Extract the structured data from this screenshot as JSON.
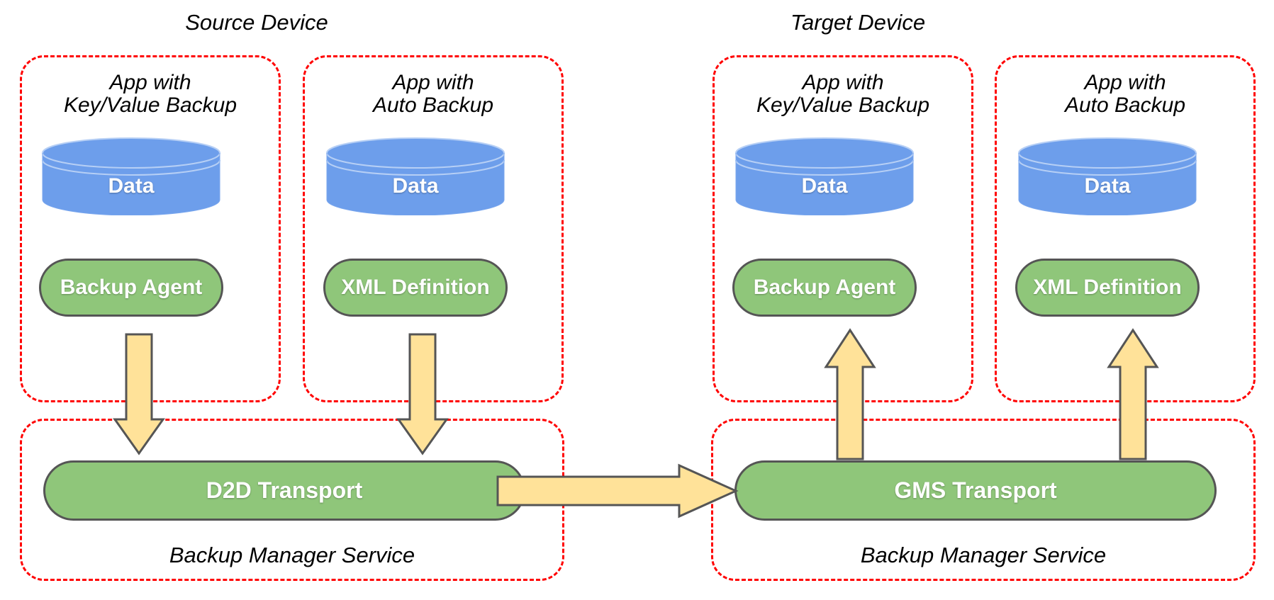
{
  "diagram": {
    "title_left": "Source Device",
    "title_right": "Target Device",
    "colors": {
      "container_border": "#ff0000",
      "cylinder_fill": "#6d9eeb",
      "pill_fill": "#8fc67a",
      "pill_border": "#555555",
      "arrow_fill": "#ffe299",
      "arrow_border": "#555555",
      "text_light": "#ffffff",
      "text_dark": "#000000",
      "background": "#ffffff"
    }
  },
  "source_device": {
    "label": "Source Device",
    "apps": [
      {
        "caption": "App with\nKey/Value Backup",
        "data_label": "Data",
        "component_label": "Backup Agent"
      },
      {
        "caption": "App with\nAuto Backup",
        "data_label": "Data",
        "component_label": "XML Definition"
      }
    ],
    "service": {
      "transport_label": "D2D Transport",
      "caption": "Backup Manager Service"
    }
  },
  "target_device": {
    "label": "Target Device",
    "apps": [
      {
        "caption": "App with\nKey/Value Backup",
        "data_label": "Data",
        "component_label": "Backup Agent"
      },
      {
        "caption": "App with\nAuto Backup",
        "data_label": "Data",
        "component_label": "XML Definition"
      }
    ],
    "service": {
      "transport_label": "GMS Transport",
      "caption": "Backup Manager Service"
    }
  },
  "arrows": [
    {
      "name": "source-kv-agent-to-d2d",
      "direction": "down"
    },
    {
      "name": "source-auto-xml-to-d2d",
      "direction": "down"
    },
    {
      "name": "d2d-to-gms",
      "direction": "right"
    },
    {
      "name": "gms-to-target-kv-agent",
      "direction": "up"
    },
    {
      "name": "gms-to-target-auto-xml",
      "direction": "up"
    }
  ]
}
